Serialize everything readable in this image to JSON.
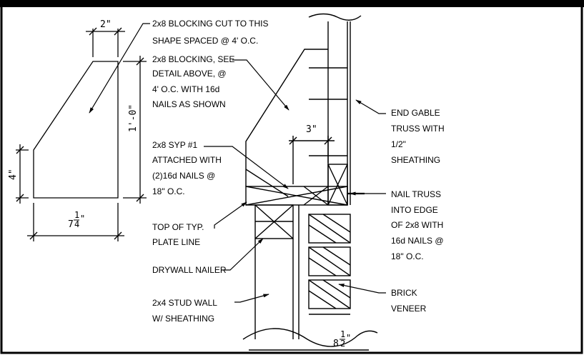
{
  "details": {
    "blocking_shape": {
      "dim_top": "2\"",
      "dim_height": "1'-0\"",
      "dim_side": "4\"",
      "dim_bottom_whole": "7",
      "dim_bottom_num": "1",
      "dim_bottom_den": "4",
      "dim_bottom_inch": "\""
    },
    "section": {
      "dim_three": "3\"",
      "dim_eight_whole": "8",
      "dim_eight_num": "1",
      "dim_eight_den": "2",
      "dim_eight_inch": "\""
    }
  },
  "callouts": {
    "blocking_cut": [
      "2x8 BLOCKING CUT TO THIS",
      "SHAPE SPACED @ 4' O.C."
    ],
    "blocking_see": [
      "2x8 BLOCKING, SEE",
      "DETAIL ABOVE, @",
      "4' O.C. WITH 16d",
      "NAILS AS SHOWN"
    ],
    "syp": [
      "2x8 SYP #1",
      "ATTACHED WITH",
      "(2)16d NAILS @",
      "18\" O.C."
    ],
    "top_plate": [
      "TOP OF TYP.",
      "PLATE LINE"
    ],
    "drywall": [
      "DRYWALL NAILER"
    ],
    "stud_wall": [
      "2x4 STUD WALL",
      "W/ SHEATHING"
    ],
    "end_gable": [
      "END GABLE",
      "TRUSS WITH",
      "1/2\"",
      "SHEATHING"
    ],
    "nail_truss": [
      "NAIL TRUSS",
      "INTO EDGE",
      "OF 2x8 WITH",
      "16d NAILS @",
      "18\" O.C."
    ],
    "brick": [
      "BRICK",
      "VENEER"
    ]
  }
}
